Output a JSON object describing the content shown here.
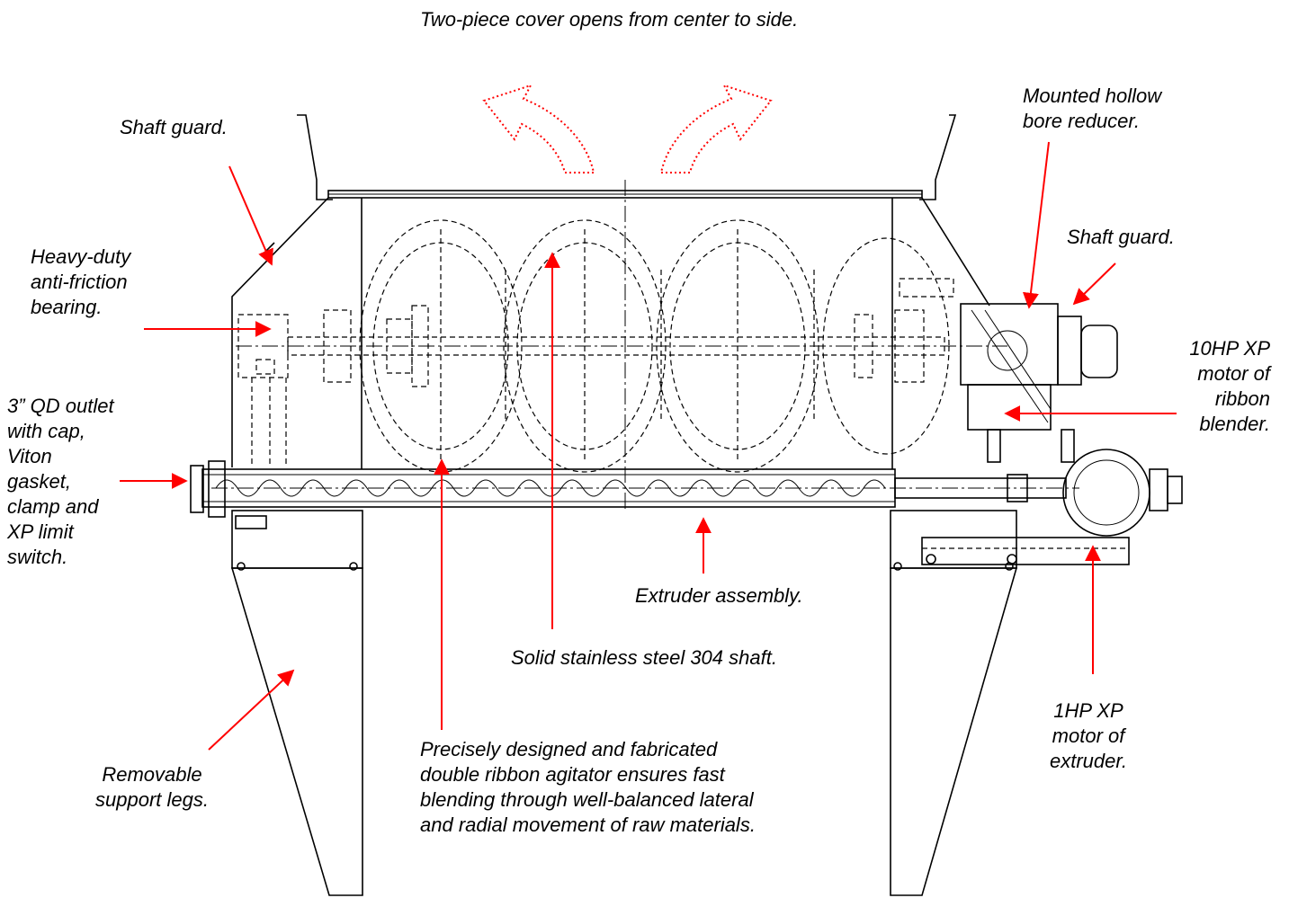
{
  "diagram": {
    "accent_color": "#ff0000",
    "labels": {
      "cover": "Two-piece cover opens from center to side.",
      "shaft_guard_left": "Shaft guard.",
      "bearing": "Heavy-duty\nanti-friction\nbearing.",
      "outlet": "3” QD outlet\nwith cap,\nViton\ngasket,\nclamp and\nXP limit\nswitch.",
      "support_legs": "Removable\nsupport legs.",
      "ribbon_agitator": "Precisely designed and fabricated\ndouble ribbon agitator ensures fast\nblending through well-balanced lateral\nand radial movement of raw materials.",
      "shaft": "Solid stainless steel 304 shaft.",
      "extruder": "Extruder assembly.",
      "reducer": "Mounted hollow\nbore reducer.",
      "shaft_guard_right": "Shaft guard.",
      "ribbon_motor": "10HP XP\nmotor of\nribbon\nblender.",
      "extruder_motor": "1HP XP\nmotor of\nextruder."
    }
  }
}
